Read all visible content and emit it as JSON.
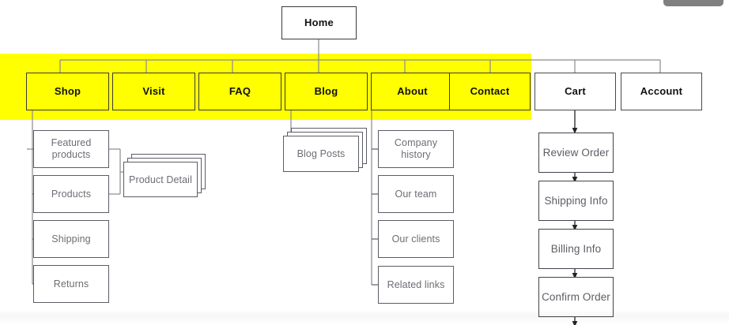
{
  "diagram": {
    "title_node": {
      "label": "Home"
    },
    "highlight_color": "#ffff00",
    "nav": [
      {
        "label": "Shop",
        "highlighted": true
      },
      {
        "label": "Visit",
        "highlighted": true
      },
      {
        "label": "FAQ",
        "highlighted": true
      },
      {
        "label": "Blog",
        "highlighted": true
      },
      {
        "label": "About",
        "highlighted": true
      },
      {
        "label": "Contact",
        "highlighted": true
      },
      {
        "label": "Cart",
        "highlighted": false
      },
      {
        "label": "Account",
        "highlighted": false
      }
    ],
    "shop_children": [
      {
        "label": "Featured products"
      },
      {
        "label": "Products"
      },
      {
        "label": "Shipping"
      },
      {
        "label": "Returns"
      }
    ],
    "product_detail": {
      "label": "Product Detail"
    },
    "blog_children": [
      {
        "label": "Blog Posts"
      }
    ],
    "about_children": [
      {
        "label": "Company history"
      },
      {
        "label": "Our team"
      },
      {
        "label": "Our clients"
      },
      {
        "label": "Related links"
      }
    ],
    "cart_flow": [
      {
        "label": "Review Order"
      },
      {
        "label": "Shipping Info"
      },
      {
        "label": "Billing Info"
      },
      {
        "label": "Confirm Order"
      }
    ]
  }
}
